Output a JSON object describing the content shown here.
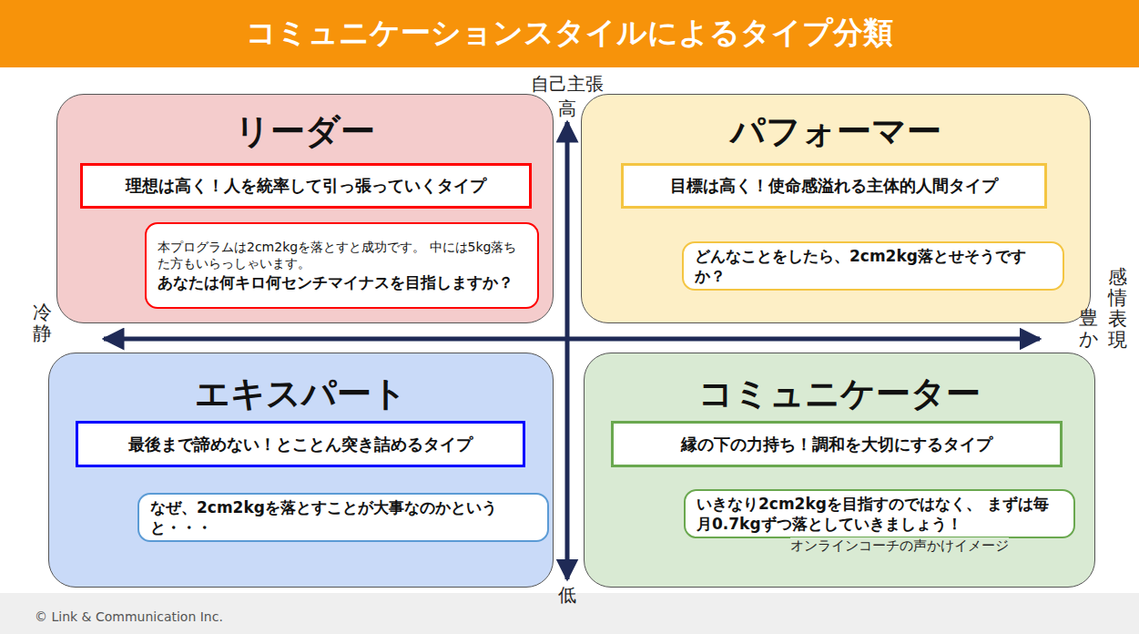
{
  "diagram": {
    "title": "コミュニケーションスタイルによるタイプ分類",
    "nodes": [
      {
        "text": [
          "リーダー"
        ]
      },
      {
        "text": [
          "理想は高く！人を統率して引っ張っていくタイプ"
        ],
        "in": 0
      },
      {
        "text": [
          "本プログラムは2cm2kgを落とすと成功です。 中には5kg落ちた方もいらっしゃいます。",
          "あなたは何キロ何センチマイナスを目指しますか？"
        ],
        "in": 0
      },
      {
        "text": [
          "パフォーマー"
        ]
      },
      {
        "text": [
          "目標は高く！使命感溢れる主体的人間タイプ"
        ],
        "in": 3
      },
      {
        "text": [
          "どんなことをしたら、2cm2kg落とせそうですか？"
        ],
        "in": 3
      },
      {
        "text": [
          "エキスパート"
        ]
      },
      {
        "text": [
          "最後まで諦めない！とことん突き詰めるタイプ"
        ],
        "in": 6
      },
      {
        "text": [
          "なぜ、2cm2kgを落とすことが大事なのかというと・・・"
        ],
        "in": 6
      },
      {
        "text": [
          "コミュニケーター"
        ]
      },
      {
        "text": [
          "縁の下の力持ち！調和を大切にするタイプ"
        ],
        "in": 9
      },
      {
        "text": [
          "いきなり2cm2kgを目指すのではなく、 まずは毎月0.7kgずつ落としていきましょう！"
        ],
        "in": 9
      }
    ],
    "labels": [
      "自己主張",
      "高",
      "低",
      "冷静",
      "豊か",
      "感情表現",
      "オンラインコーチの声かけイメージ",
      "© Link & Communication Inc."
    ]
  }
}
